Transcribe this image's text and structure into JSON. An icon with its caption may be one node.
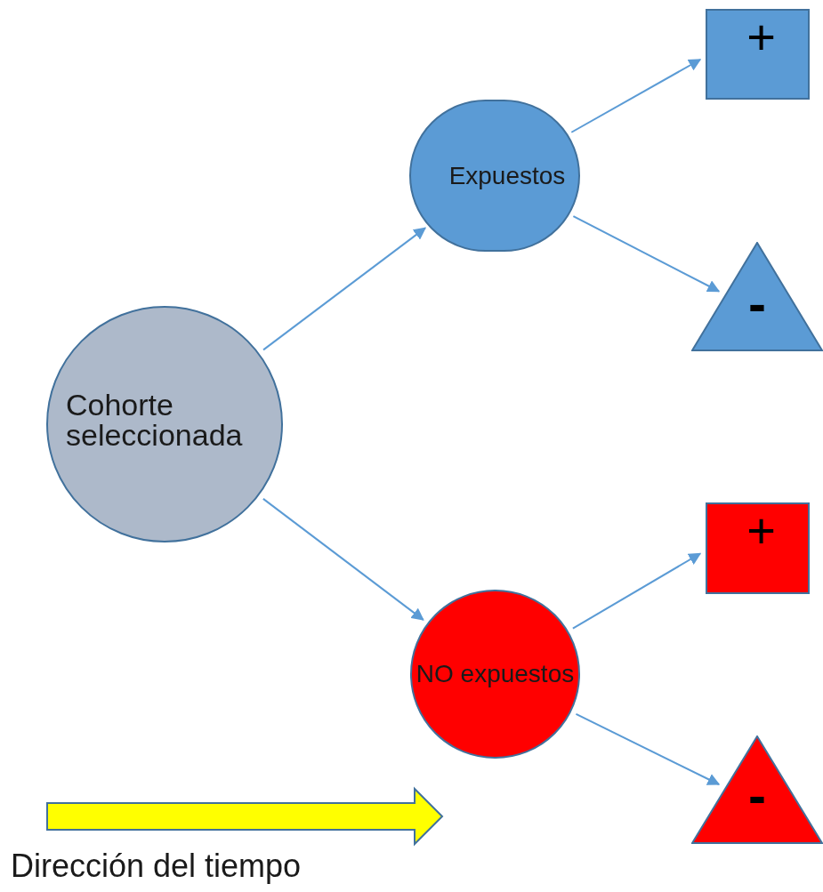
{
  "diagram": {
    "nodes": [
      {
        "text": [
          "Cohorte seleccionada"
        ]
      },
      {
        "text": [
          "Expuestos"
        ]
      },
      {
        "text": [
          "+"
        ]
      },
      {
        "text": [
          "-"
        ]
      },
      {
        "text": [
          "NO expuestos"
        ]
      },
      {
        "text": [
          "+"
        ]
      },
      {
        "text": [
          "-"
        ]
      }
    ],
    "edges": [
      {
        "from": 0,
        "to": 1,
        "arrow": "to"
      },
      {
        "from": 0,
        "to": 4,
        "arrow": "to"
      },
      {
        "from": 1,
        "to": 2,
        "arrow": "to"
      },
      {
        "from": 1,
        "to": 3,
        "arrow": "to"
      },
      {
        "from": 4,
        "to": 5,
        "arrow": "to"
      },
      {
        "from": 4,
        "to": 6,
        "arrow": "to"
      }
    ],
    "labels": [
      "Dirección del tiempo"
    ]
  }
}
